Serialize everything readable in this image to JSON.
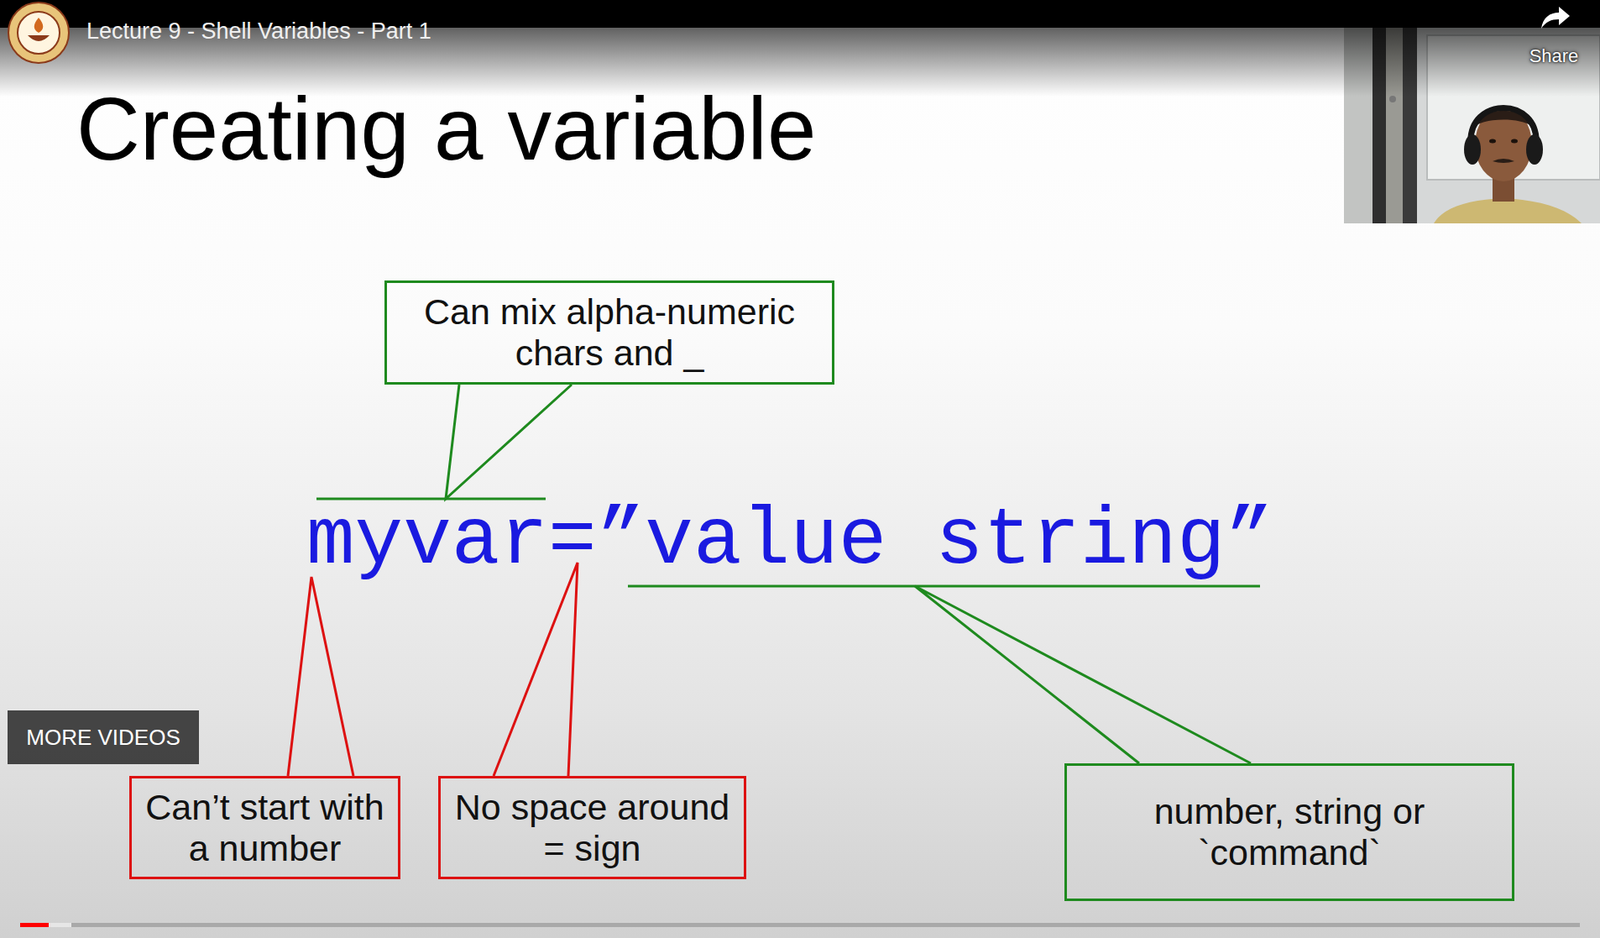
{
  "diagram": {
    "title": "Creating a variable",
    "nodes": [
      {
        "text": [
          "Can mix alpha-numeric chars and _"
        ]
      },
      {
        "text": [
          "Can’t start with a number"
        ]
      },
      {
        "text": [
          "No space around = sign"
        ]
      },
      {
        "text": [
          "number, string or `command`"
        ]
      },
      {
        "text": [
          "MORE VIDEOS"
        ]
      }
    ],
    "labels": [
      "Lecture 9 - Shell Variables - Part 1",
      "Share",
      "myvar=”value string”"
    ]
  }
}
